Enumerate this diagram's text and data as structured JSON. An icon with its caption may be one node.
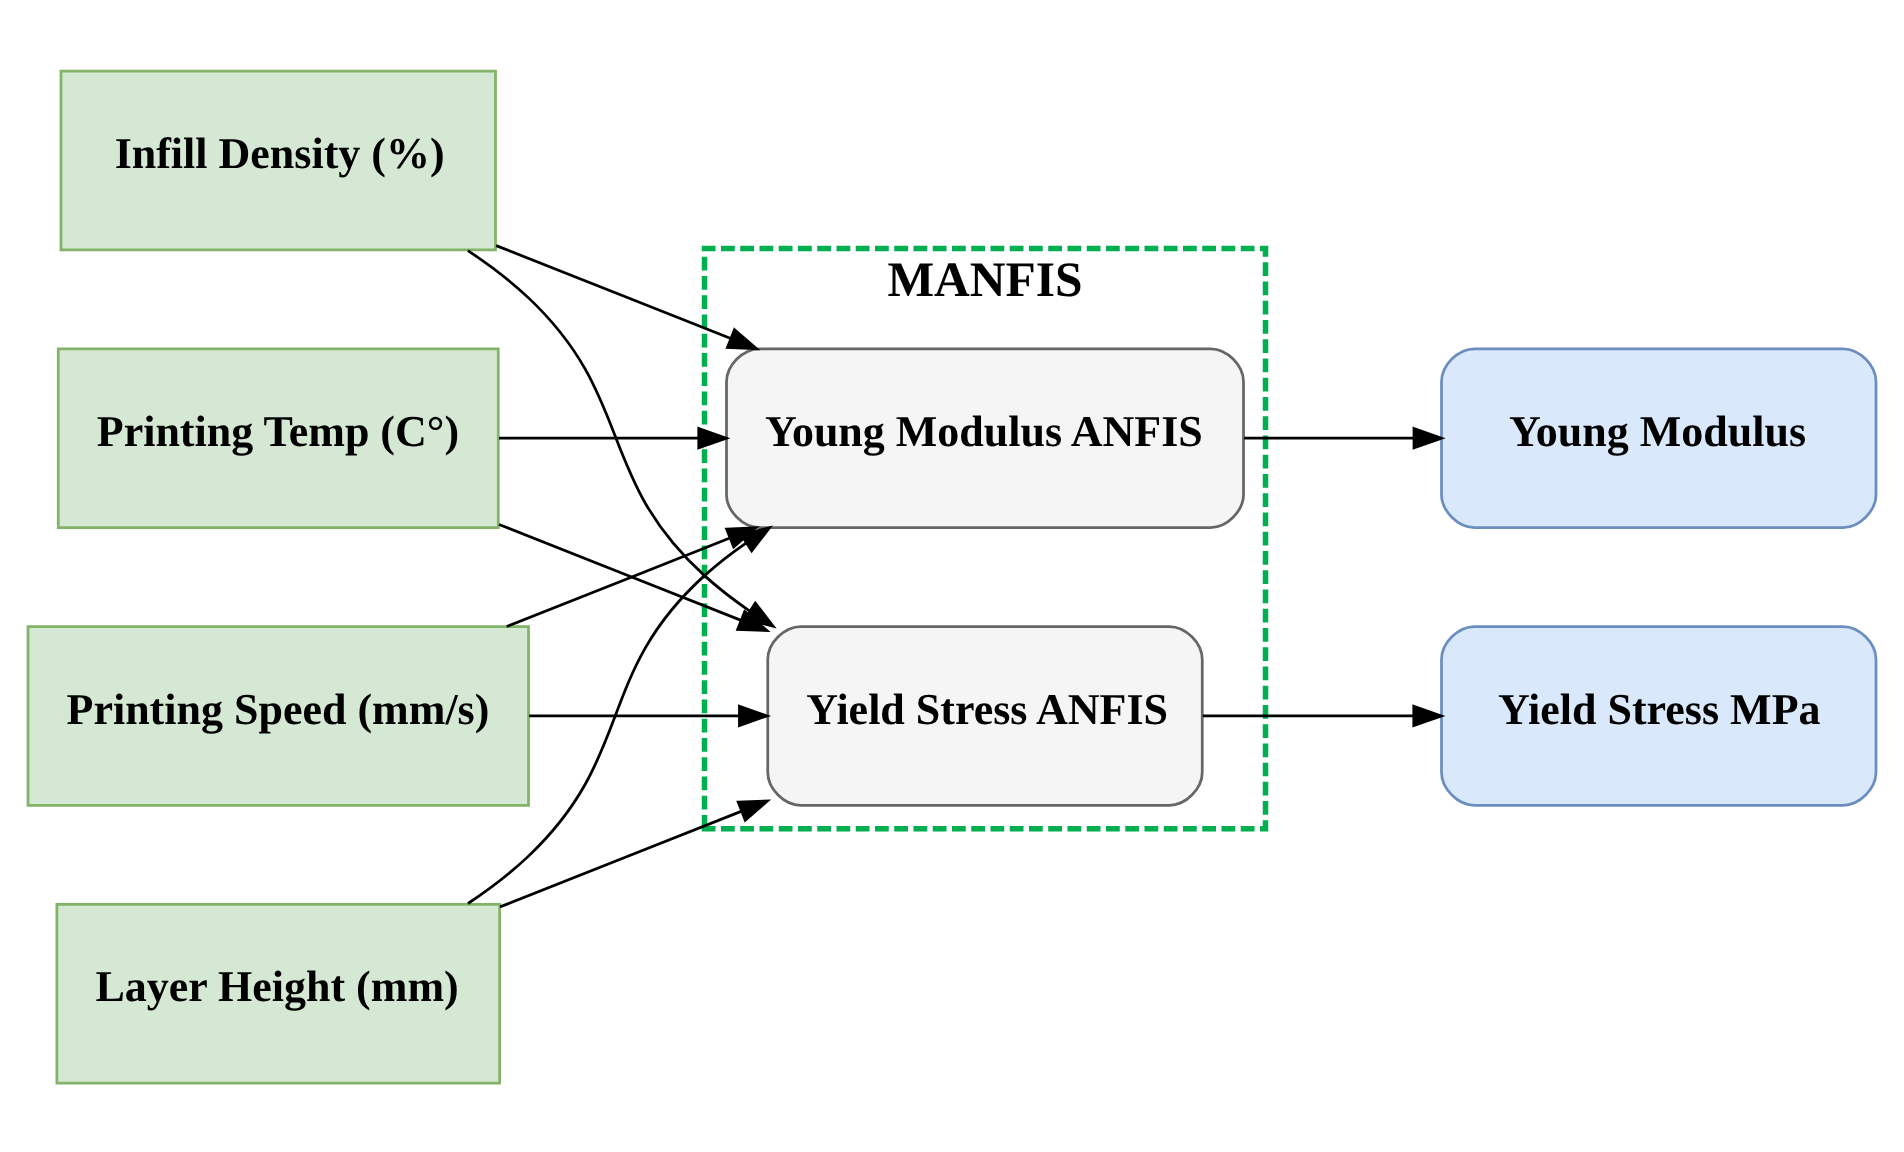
{
  "diagram": {
    "nodes": [
      {
        "text": [
          "MANFIS"
        ]
      },
      {
        "text": [
          "Infill Density (%)"
        ]
      },
      {
        "text": [
          "Printing Temp (C°)"
        ]
      },
      {
        "text": [
          "Printing Speed (mm/s)"
        ]
      },
      {
        "text": [
          "Layer Height (mm)"
        ]
      },
      {
        "text": [
          "Young Modulus ANFIS"
        ],
        "in": 0
      },
      {
        "text": [
          "Yield Stress ANFIS"
        ],
        "in": 0
      },
      {
        "text": [
          "Young Modulus"
        ]
      },
      {
        "text": [
          "Yield Stress MPa"
        ]
      }
    ],
    "edges": [
      {
        "from": 1,
        "to": 5,
        "arrow": "to"
      },
      {
        "from": 2,
        "to": 5,
        "arrow": "to"
      },
      {
        "from": 3,
        "to": 5,
        "arrow": "to"
      },
      {
        "from": 4,
        "to": 5,
        "arrow": "to"
      },
      {
        "from": 1,
        "to": 6,
        "arrow": "to"
      },
      {
        "from": 2,
        "to": 6,
        "arrow": "to"
      },
      {
        "from": 3,
        "to": 6,
        "arrow": "to"
      },
      {
        "from": 4,
        "to": 6,
        "arrow": "to"
      },
      {
        "from": 5,
        "to": 7,
        "arrow": "to"
      },
      {
        "from": 6,
        "to": 8,
        "arrow": "to"
      }
    ]
  }
}
